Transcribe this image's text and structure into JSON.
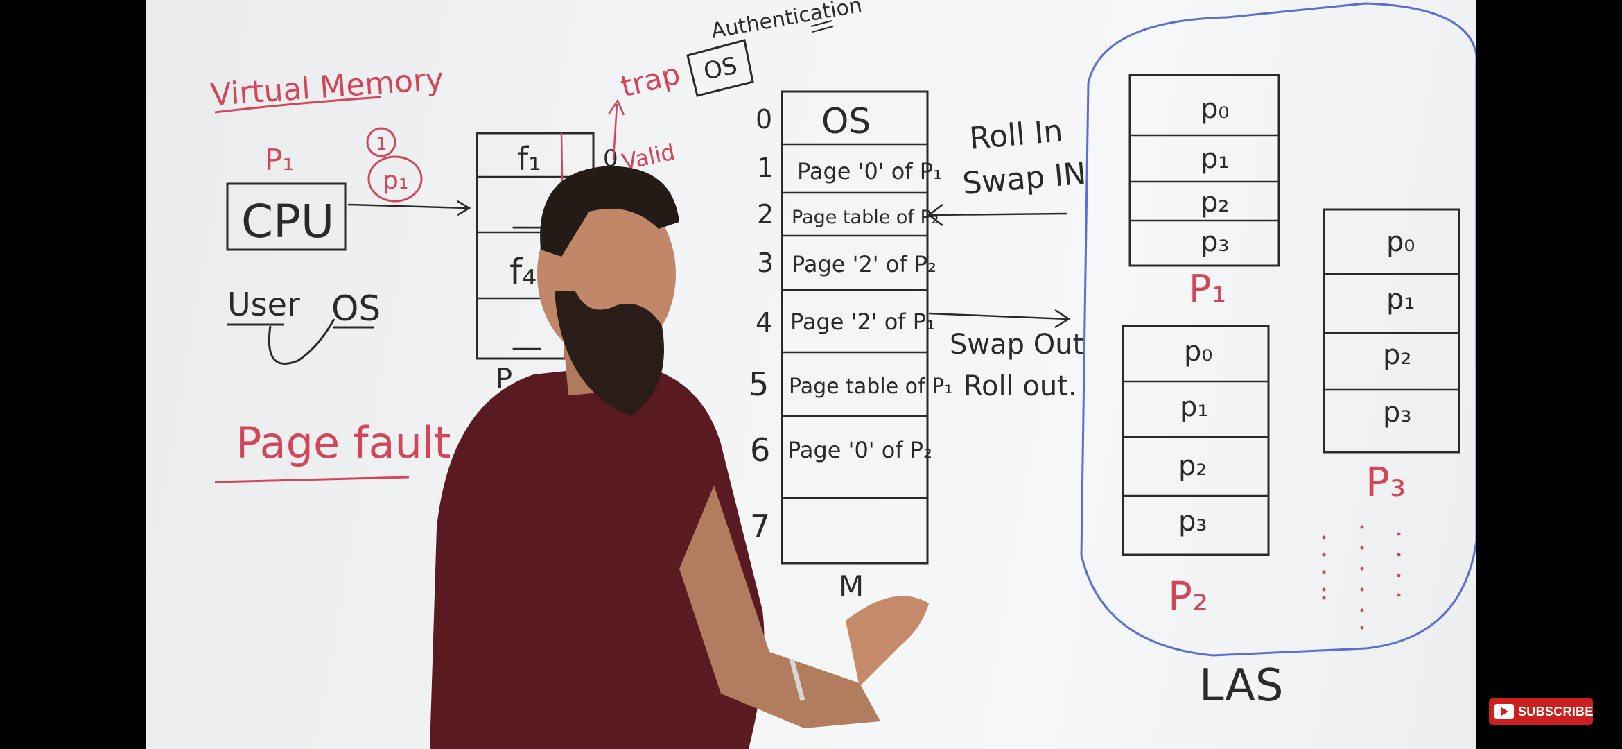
{
  "video": {
    "board_text": {
      "virtual_memory": "Virtual Memory",
      "p1_cpu_label": "P₁",
      "cpu": "CPU",
      "circle_one": "1",
      "circle_p1": "p₁",
      "user": "User",
      "os_arrow": "OS",
      "page_fault": "Page fault",
      "trap": "trap",
      "os_box": "OS",
      "authentication": "Authentication",
      "valid": "Valid",
      "page_table": {
        "frames": [
          "f₁",
          "__",
          "f₄",
          "__"
        ],
        "bits": [
          "0",
          "0",
          "",
          ""
        ],
        "footer": "P"
      },
      "main_memory": {
        "indices": [
          "0",
          "1",
          "2",
          "3",
          "4",
          "5",
          "6",
          "7"
        ],
        "cells": [
          "OS",
          "Page '0' of P₁",
          "Page table of P₂",
          "Page '2' of P₂",
          "Page '2' of P₁",
          "Page table of P₁",
          "Page '0' of P₂",
          ""
        ],
        "footer": "M"
      },
      "roll_in": "Roll In",
      "swap_in": "Swap IN",
      "swap_out": "Swap Out",
      "roll_out": "Roll out.",
      "las": {
        "label": "LAS",
        "processes": [
          {
            "name": "P₁",
            "pages": [
              "p₀",
              "p₁",
              "p₂",
              "p₃"
            ]
          },
          {
            "name": "P₂",
            "pages": [
              "p₀",
              "p₁",
              "p₂",
              "p₃"
            ]
          },
          {
            "name": "P₃",
            "pages": [
              "p₀",
              "p₁",
              "p₂",
              "p₃"
            ]
          }
        ]
      }
    }
  },
  "overlay": {
    "subscribe_label": "SUBSCRIBE"
  },
  "colors": {
    "marker_red": "#d2465a",
    "marker_black": "#2a2a2a",
    "las_outline": "#5a6fd0",
    "shirt": "#5a1a22",
    "subscribe_bg": "#cc1f1f"
  }
}
